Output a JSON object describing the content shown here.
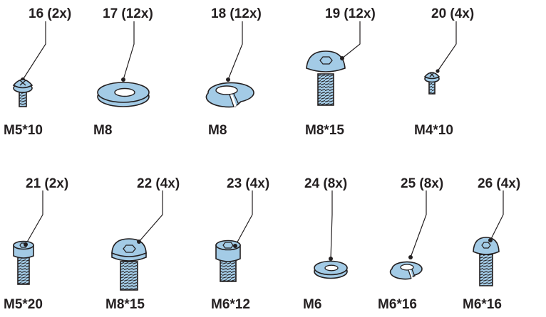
{
  "colors": {
    "part_fill": "#a3cbe6",
    "outline": "#231f20",
    "background": "#ffffff"
  },
  "parts": [
    {
      "number": "16",
      "qty": "16 (2x)",
      "size": "M5*10",
      "icon": "pan-head-phillips-screw-icon"
    },
    {
      "number": "17",
      "qty": "17 (12x)",
      "size": "M8",
      "icon": "flat-washer-icon"
    },
    {
      "number": "18",
      "qty": "18 (12x)",
      "size": "M8",
      "icon": "spring-lock-washer-icon"
    },
    {
      "number": "19",
      "qty": "19 (12x)",
      "size": "M8*15",
      "icon": "button-head-hex-screw-icon"
    },
    {
      "number": "20",
      "qty": "20 (4x)",
      "size": "M4*10",
      "icon": "pan-head-phillips-screw-icon"
    },
    {
      "number": "21",
      "qty": "21 (2x)",
      "size": "M5*20",
      "icon": "socket-cap-screw-icon"
    },
    {
      "number": "22",
      "qty": "22 (4x)",
      "size": "M8*15",
      "icon": "flange-button-head-screw-icon"
    },
    {
      "number": "23",
      "qty": "23 (4x)",
      "size": "M6*12",
      "icon": "socket-cap-screw-icon"
    },
    {
      "number": "24",
      "qty": "24 (8x)",
      "size": "M6",
      "icon": "flat-washer-icon"
    },
    {
      "number": "25",
      "qty": "25 (8x)",
      "size": "M6*16",
      "icon": "spring-lock-washer-icon"
    },
    {
      "number": "26",
      "qty": "26 (4x)",
      "size": "M6*16",
      "icon": "button-head-hex-screw-icon"
    }
  ]
}
